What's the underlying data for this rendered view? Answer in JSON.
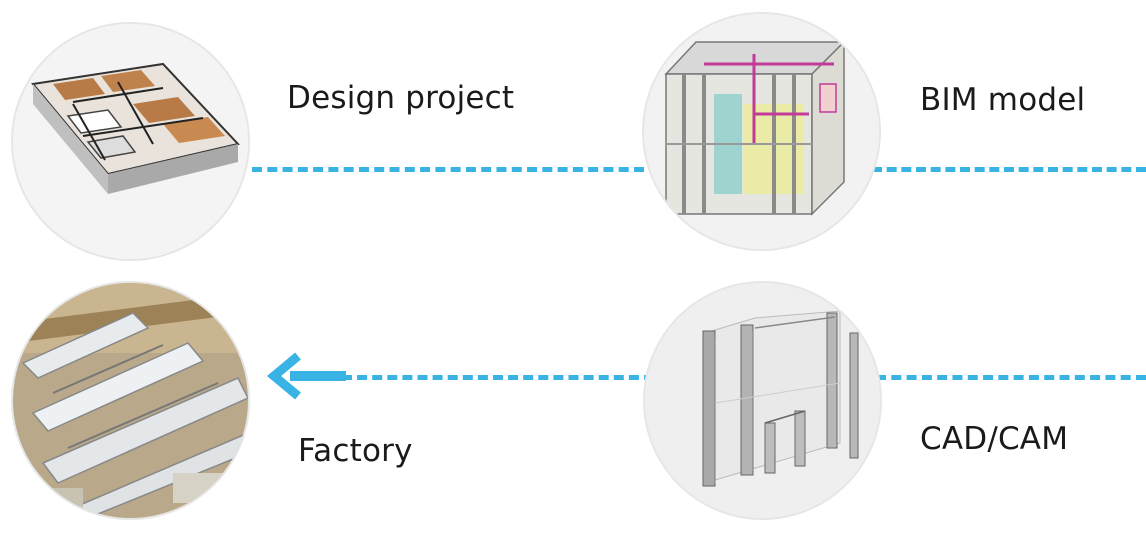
{
  "steps": {
    "design_project": {
      "label": "Design project",
      "icon": "floor-plan-image"
    },
    "bim_model": {
      "label": "BIM model",
      "icon": "bim-module-image"
    },
    "cad_cam": {
      "label": "CAD/CAM",
      "icon": "wall-panels-image"
    },
    "factory": {
      "label": "Factory",
      "icon": "factory-line-image"
    }
  },
  "colors": {
    "connector": "#39b3e3",
    "circle_border": "#e6e6e6",
    "label_text": "#1a1a1a"
  }
}
